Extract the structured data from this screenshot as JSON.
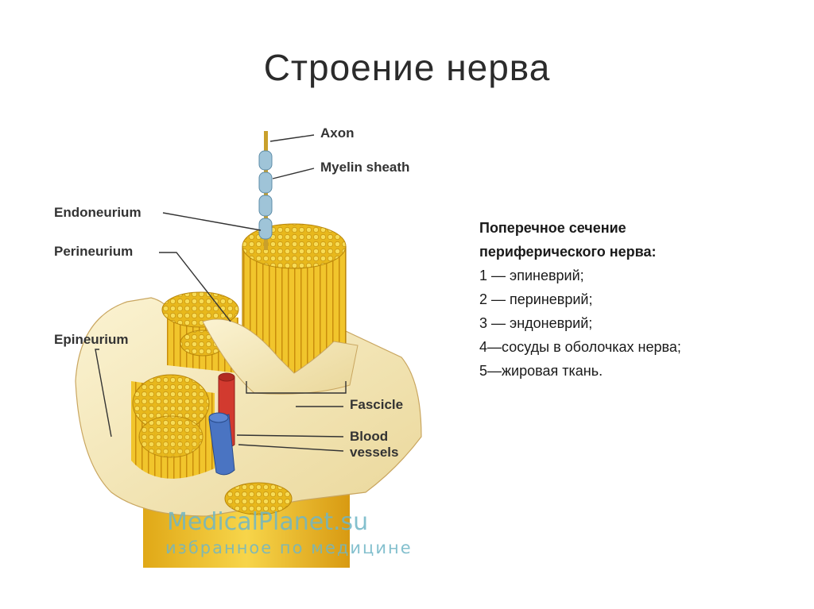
{
  "slide": {
    "title": "Строение нерва"
  },
  "diagram": {
    "labels": {
      "axon": "Axon",
      "myelin": "Myelin sheath",
      "endoneurium": "Endoneurium",
      "perineurium": "Perineurium",
      "epineurium": "Epineurium",
      "fascicle": "Fascicle",
      "blood": "Blood",
      "vessels": "vessels"
    },
    "watermark": {
      "site": "MedicalPlanet.su",
      "tagline": "избранное по медицине"
    }
  },
  "caption": {
    "heading_line1": "Поперечное сечение",
    "heading_line2": "периферического нерва:",
    "items": [
      "1 — эпиневрий;",
      "2 — периневрий;",
      "3 — эндоневрий;",
      "4—сосуды в оболочках нерва;",
      "5—жировая ткань."
    ]
  },
  "colors": {
    "nerve_yellow": "#f2c92a",
    "sheath_cream": "#f6edc2",
    "artery_red": "#d23a2f",
    "vein_blue": "#4a74c2",
    "watermark": "#6fb6c6"
  }
}
